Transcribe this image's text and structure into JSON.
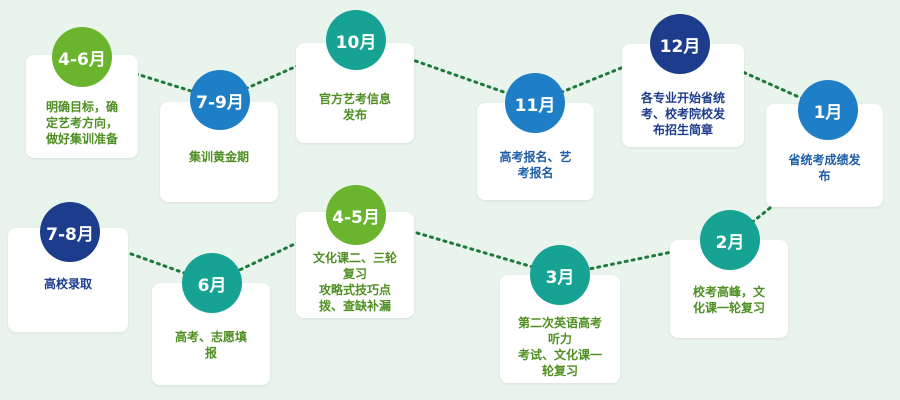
{
  "milestones": [
    {
      "month": "4-6月",
      "text": "明确目标，确\n定艺考方向，\n做好集训准备"
    },
    {
      "month": "7-9月",
      "text": "集训黄金期"
    },
    {
      "month": "10月",
      "text": "官方艺考信息\n发布"
    },
    {
      "month": "11月",
      "text": "高考报名、艺\n考报名"
    },
    {
      "month": "12月",
      "text": "各专业开始省统\n考、校考院校发\n布招生简章"
    },
    {
      "month": "1月",
      "text": "省统考成绩发\n布"
    },
    {
      "month": "2月",
      "text": "校考高峰，文\n化课一轮复习"
    },
    {
      "month": "3月",
      "text": "第二次英语高考\n听力\n考试、文化课一\n轮复习"
    },
    {
      "month": "4-5月",
      "text": "文化课二、三轮\n复习\n攻略式技巧点\n拨、查缺补漏"
    },
    {
      "month": "6月",
      "text": "高考、志愿填\n报"
    },
    {
      "month": "7-8月",
      "text": "高校录取"
    }
  ],
  "colors": {
    "background": "#e8f4ec",
    "connector": "#1e7a3c",
    "green": "#6ab42e",
    "blue": "#1f7fc6",
    "teal": "#17a394",
    "navy": "#1d3d8c"
  }
}
